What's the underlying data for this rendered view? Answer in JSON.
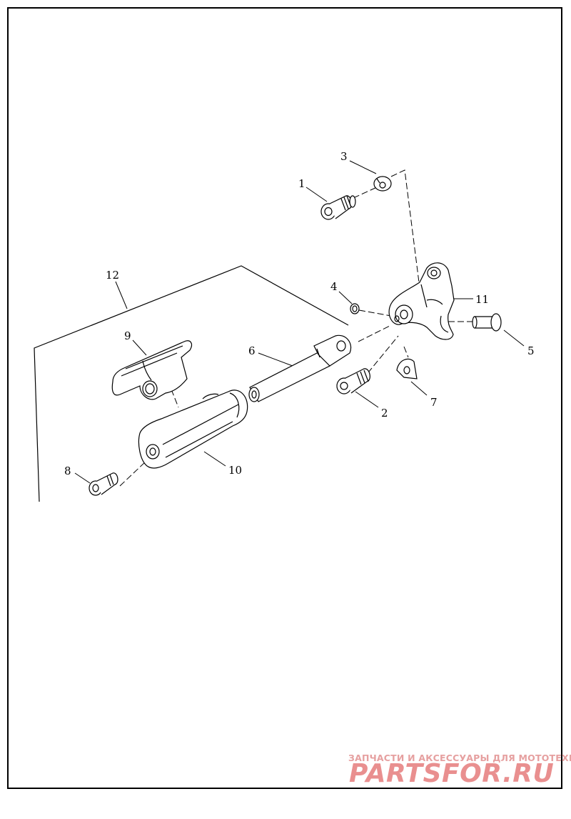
{
  "diagram": {
    "callouts": [
      {
        "id": "1",
        "text": "1"
      },
      {
        "id": "2",
        "text": "2"
      },
      {
        "id": "3",
        "text": "3"
      },
      {
        "id": "4",
        "text": "4"
      },
      {
        "id": "5",
        "text": "5"
      },
      {
        "id": "6",
        "text": "6"
      },
      {
        "id": "7",
        "text": "7"
      },
      {
        "id": "8",
        "text": "8"
      },
      {
        "id": "9",
        "text": "9"
      },
      {
        "id": "10",
        "text": "10"
      },
      {
        "id": "11",
        "text": "11"
      },
      {
        "id": "12",
        "text": "12"
      }
    ]
  },
  "watermark": {
    "tagline": "ЗАПЧАСТИ И АКСЕССУАРЫ ДЛЯ МОТОТЕХНИКИ",
    "logo_text": "PARTSFOR.RU",
    "color": "#e98f8f"
  }
}
